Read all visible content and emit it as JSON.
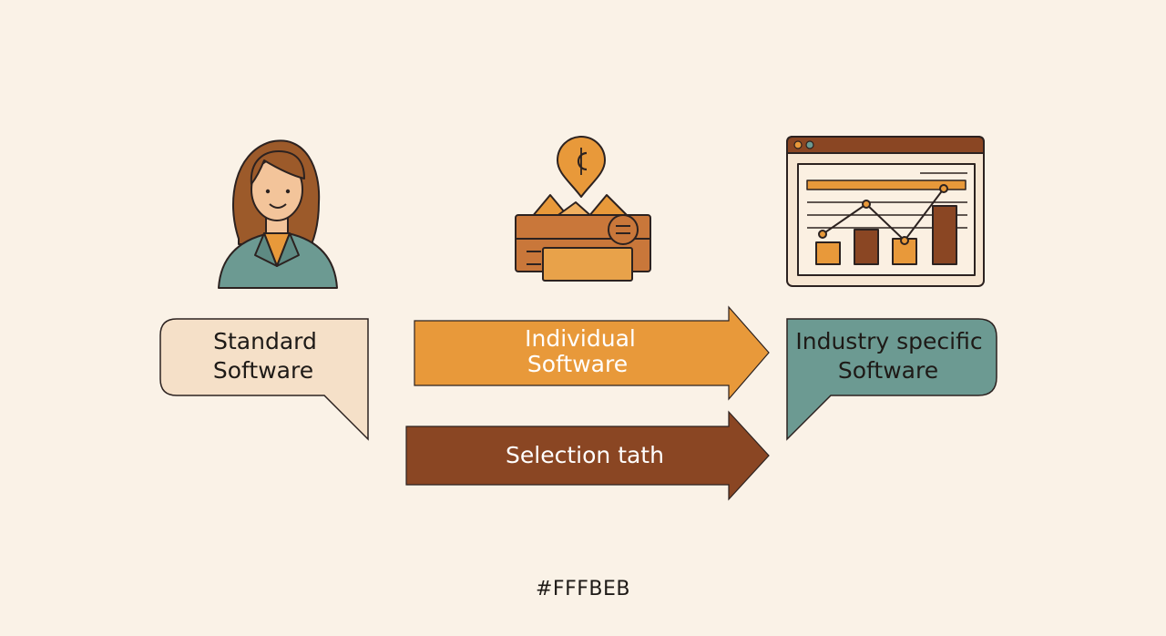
{
  "nodes": {
    "standard": {
      "line1": "Standard",
      "line2": "Software"
    },
    "individual": {
      "line1": "Individual",
      "line2": "Software"
    },
    "industry": {
      "line1": "Industry specific",
      "line2": "Software"
    },
    "selection": {
      "label": "Selection tath"
    }
  },
  "icons": {
    "person": "woman-avatar-icon",
    "money": "wallet-money-icon",
    "dashboard": "browser-chart-icon",
    "currency": "cent-coin-icon"
  },
  "colors": {
    "background": "#FAF2E7",
    "outline": "#2C2220",
    "standard_fill": "#F5E0C8",
    "orange": "#E8993A",
    "brown": "#8A4623",
    "teal": "#6C9A92"
  },
  "footer": {
    "text": "#FFFBEB"
  }
}
